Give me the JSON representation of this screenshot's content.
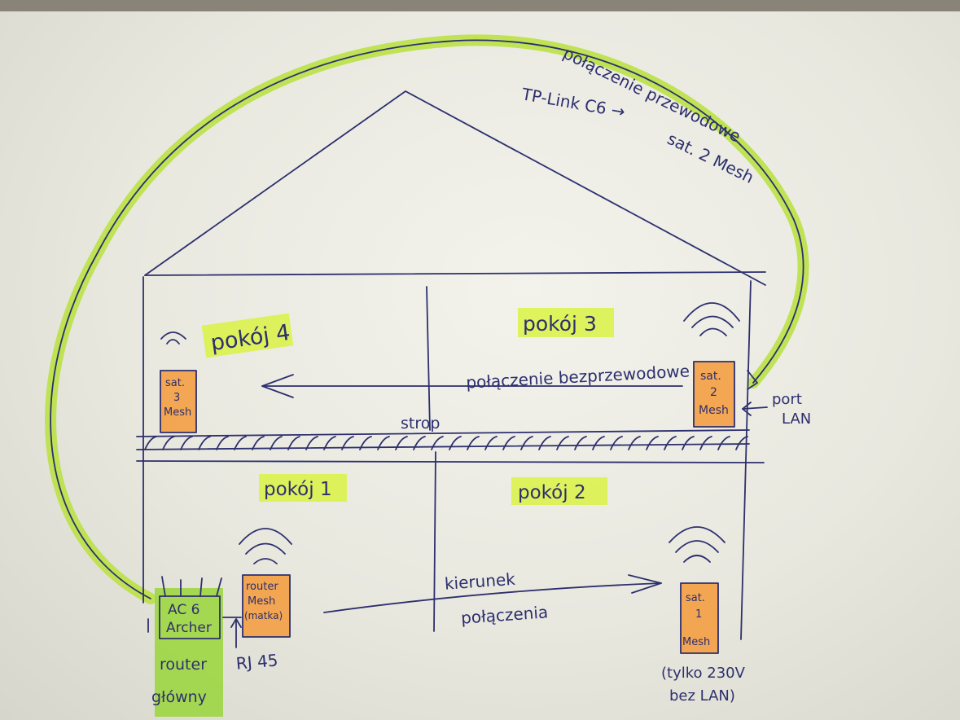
{
  "labels": {
    "wired_link": "połączenie przewodowe",
    "wired_detail_1": "TP-Link C6 →",
    "wired_detail_2": "sat. 2 Mesh",
    "room4": "pokój 4",
    "room3": "pokój 3",
    "room1": "pokój 1",
    "room2": "pokój 2",
    "wireless_link": "połączenie bezprzewodowe",
    "ceiling": "strop",
    "port_lan_1": "port",
    "port_lan_2": "LAN",
    "direction_1": "kierunek",
    "direction_2": "połączenia",
    "rj45": "RJ 45",
    "sat3": [
      "sat.",
      "3",
      "Mesh"
    ],
    "sat2": [
      "sat.",
      "2",
      "Mesh"
    ],
    "sat1": [
      "sat.",
      "1",
      "Mesh"
    ],
    "mesh_router": [
      "router",
      "Mesh",
      "(matka)"
    ],
    "ac6": [
      "AC 6",
      "Archer"
    ],
    "main_router": [
      "router",
      "główny"
    ],
    "sat1_note": [
      "(tylko 230V",
      "bez LAN)"
    ]
  },
  "colors": {
    "ink": "#2d2f6e",
    "highlight_yellow": "#d9f23a",
    "highlight_orange": "#f59a3a",
    "highlight_green": "#9ad63a",
    "cable": "#b7e23c"
  }
}
